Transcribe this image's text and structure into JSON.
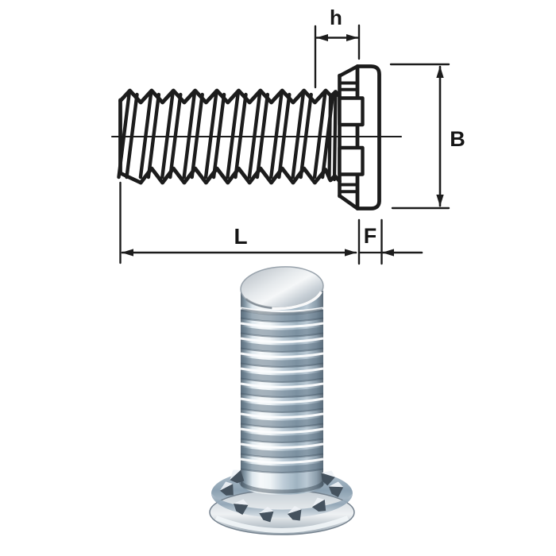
{
  "drawing": {
    "labels": {
      "head_height": "h",
      "head_diameter": "B",
      "length": "L",
      "flange_thickness": "F"
    },
    "line_color": "#1c1c1c"
  },
  "photo": {
    "colors": {
      "metal_highlight": "#f4f7f9",
      "metal_mid": "#b9c7d2",
      "metal_shadow": "#6e7c88",
      "thread_groove_blue": "#8ca1b2",
      "knurl_tooth_dark": "#45525e",
      "background": "#ffffff"
    }
  }
}
